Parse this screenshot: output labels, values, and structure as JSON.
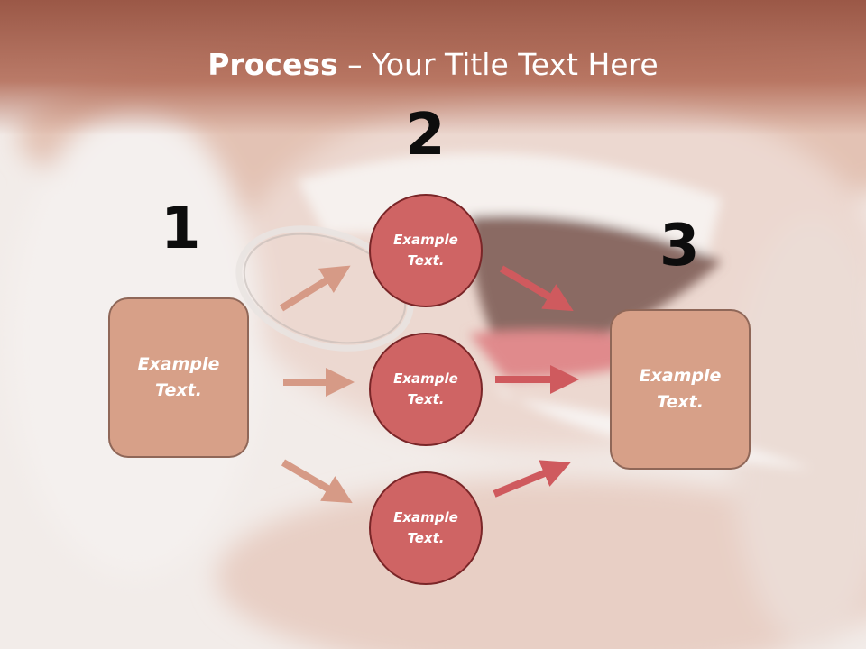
{
  "title": {
    "strong": "Process",
    "rest": " – Your Title Text Here"
  },
  "steps": {
    "one": "1",
    "two": "2",
    "three": "3"
  },
  "left_box": {
    "text": "Example Text."
  },
  "right_box": {
    "text": "Example Text."
  },
  "circles": [
    {
      "text": "Example Text."
    },
    {
      "text": "Example Text."
    },
    {
      "text": "Example Text."
    }
  ],
  "colors": {
    "box_fill": "#d7a088",
    "box_border": "#8f6758",
    "circle_fill": "#cf6464",
    "circle_border": "#7a2628",
    "arrow_left": "#d69a86",
    "arrow_right": "#cf5a5e",
    "title_band": "#96503e"
  }
}
